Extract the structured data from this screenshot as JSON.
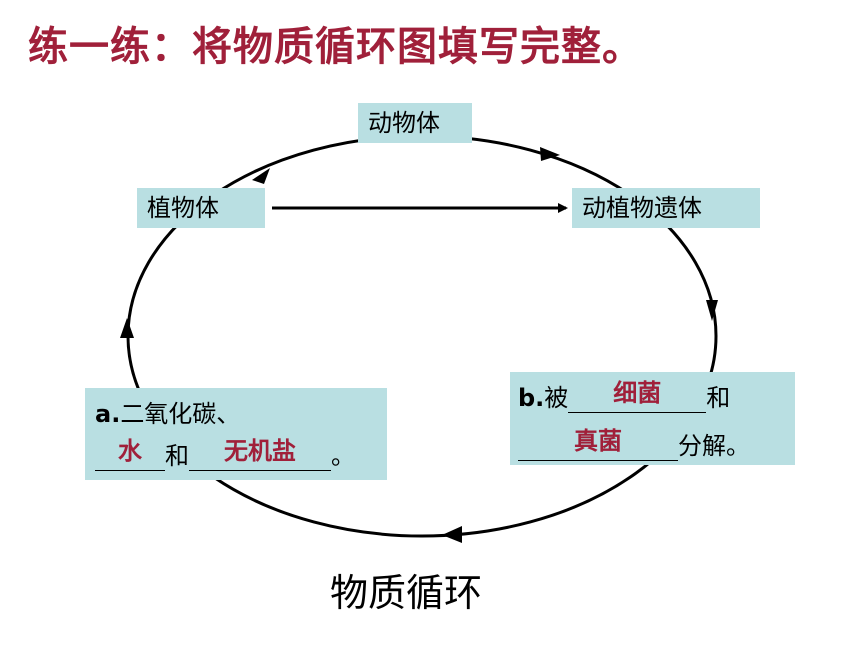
{
  "title": "练一练：将物质循环图填写完整。",
  "nodes": {
    "animal": "动物体",
    "plant": "植物体",
    "remains": "动植物遗体"
  },
  "box_a": {
    "prefix": "a.",
    "line1": "二氧化碳、",
    "connector": "和",
    "end": "。",
    "answer1": "水",
    "answer2": "无机盐"
  },
  "box_b": {
    "prefix": "b.",
    "by": "被",
    "connector": "和",
    "end": "分解。",
    "answer1": "细菌",
    "answer2": "真菌"
  },
  "caption": "物质循环",
  "colors": {
    "title": "#a0203a",
    "answer": "#a0203a",
    "box_fill": "#b9dfe2"
  }
}
